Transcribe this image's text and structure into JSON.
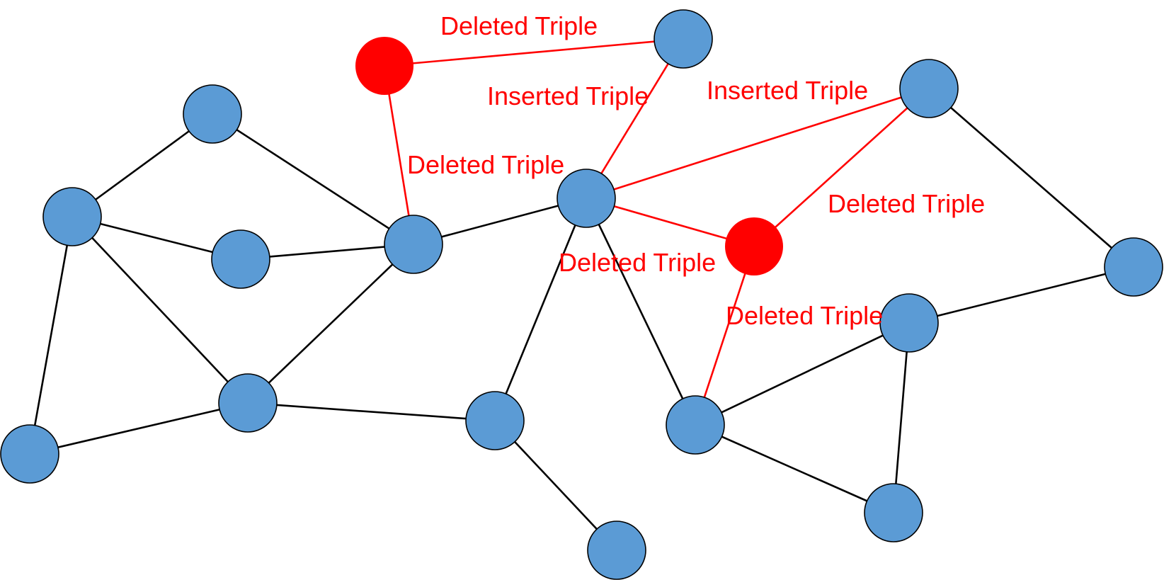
{
  "colors": {
    "node_fill": "#5b9bd5",
    "node_highlight": "#ff0000",
    "edge_normal": "#000000",
    "edge_changed": "#ff0000",
    "label_text": "#ff0000"
  },
  "labels": {
    "deleted_top": "Deleted Triple",
    "inserted_upper": "Inserted Triple",
    "inserted_right": "Inserted Triple",
    "deleted_left_vertical": "Deleted Triple",
    "deleted_right_diagonal": "Deleted Triple",
    "deleted_center": "Deleted Triple",
    "deleted_lower": "Deleted Triple"
  }
}
